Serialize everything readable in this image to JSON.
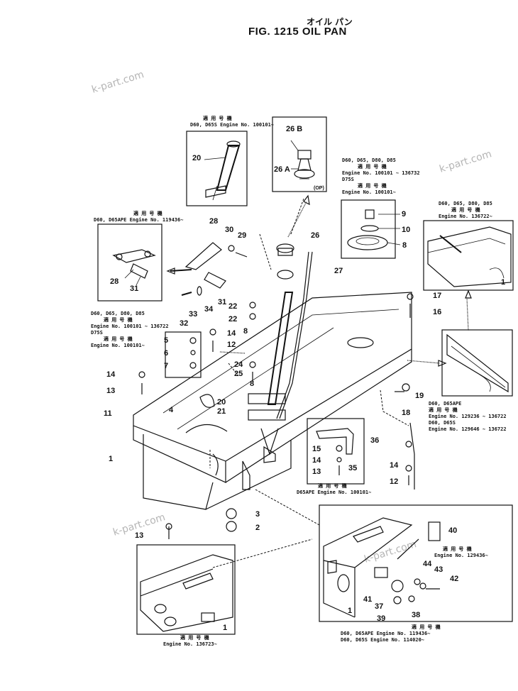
{
  "header": {
    "title_jp": "オイル パン",
    "title": "FIG. 1215   OIL  PAN"
  },
  "watermarks": [
    "k-part.com",
    "k-part.com",
    "k-part.com",
    "k-part.com"
  ],
  "notes": {
    "n_top_center": [
      "適 用 号 機",
      "D60, D65S  Engine  No. 100101~"
    ],
    "n_left_mid": [
      "適 用 号 機",
      "D60, D65APE  Engine  No. 119436~"
    ],
    "n_right_top": [
      "D60, D65, D80, D85",
      "適 用 号 機",
      "Engine No. 100101 ~ 136732",
      "D75S",
      "適 用 号 機",
      "Engine No. 100101~"
    ],
    "n_far_right": [
      "D60, D65, D80, D85",
      "適 用 号 機",
      "Engine  No. 136722~"
    ],
    "n_left_low": [
      "D60, D65, D80, D85",
      "適 用 号 機",
      "Engine No. 100101 ~ 136722",
      "D75S",
      "適 用 号 機",
      "Engine No. 100101~"
    ],
    "n_right_mid": [
      "D60, D65APE",
      "適 用 号 機",
      "Engine  No. 129236 ~ 136722",
      "D60, D65S",
      "Engine  No. 129646 ~ 136722"
    ],
    "n_center_low": [
      "適 用 号 機",
      "D65APE  Engine  No. 100101~"
    ],
    "n_bottom_left": [
      "適 用 号 機",
      "Engine  No. 136723~"
    ],
    "n_bottom_right_top": [
      "適 用 号 機",
      "Engine  No. 129436~"
    ],
    "n_bottom_right": [
      "適 用 号 機",
      "D60, D65APE  Engine  No. 119436~",
      "D60, D65S    Engine  No. 114020~"
    ]
  },
  "callouts": {
    "c20a": "20",
    "c26b": "26 B",
    "c26a": "26 A",
    "cop": "(OP)",
    "c9": "9",
    "c10": "10",
    "c8a": "8",
    "c28a": "28",
    "c30": "30",
    "c29": "29",
    "c28b": "28",
    "c31a": "31",
    "c26": "26",
    "c27": "27",
    "c33": "33",
    "c34": "34",
    "c31b": "31",
    "c32": "32",
    "c22a": "22",
    "c22b": "22",
    "c8b": "8",
    "c14a": "14",
    "c12a": "12",
    "c5": "5",
    "c6": "6",
    "c7": "7",
    "c17": "17",
    "c16": "16",
    "c24": "24",
    "c25": "25",
    "c8c": "8",
    "c20b": "20",
    "c21": "21",
    "c4": "4",
    "c14b": "14",
    "c13a": "13",
    "c11": "11",
    "c1a": "1",
    "c19": "19",
    "c18": "18",
    "c15": "15",
    "c14c": "14",
    "c13b": "13",
    "c35": "35",
    "c36": "36",
    "c14d": "14",
    "c12b": "12",
    "c3": "3",
    "c2": "2",
    "c13c": "13",
    "c40": "40",
    "c44": "44",
    "c43": "43",
    "c42": "42",
    "c41": "41",
    "c37": "37",
    "c39": "39",
    "c38": "38",
    "c1b": "1",
    "c1c": "1",
    "c1d": "1"
  }
}
